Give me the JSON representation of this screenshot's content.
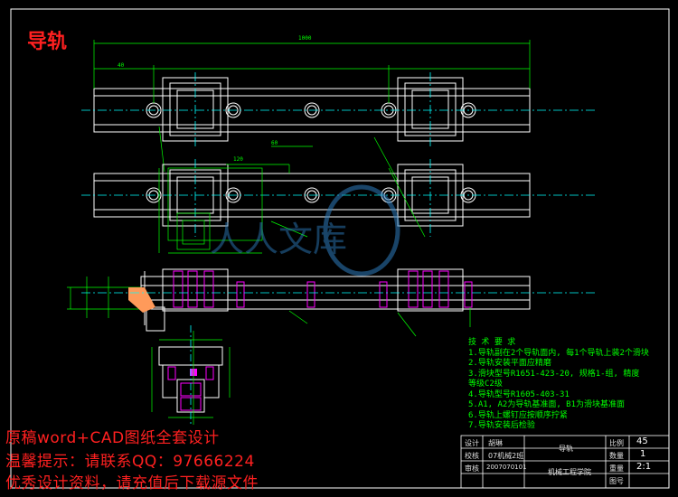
{
  "drawing": {
    "title": "导轨",
    "background": "#000000",
    "line_colors": {
      "outline": "#ffffff",
      "center_lines": "#00ffff",
      "dimensions": "#00ff00",
      "section": "#ff00ff",
      "frame": "#ffffff"
    }
  },
  "promo": {
    "line1": "原稿word+CAD图纸全套设计",
    "line2": "温馨提示：请联系QQ：97666224",
    "line3": "优秀设计资料，请充值后下载源文件"
  },
  "notes": {
    "lines": [
      "技 术 要 求",
      "1.导轨副在2个导轨面内, 每1个导轨上装2个滑块",
      "2.导轨安装平面应精磨",
      "3.滑块型号R1651-423-20, 规格1-组, 精度",
      "  等级C2级",
      "4.导轨型号R1605-403-31",
      "5.A1, A2为导轨基准面, B1为滑块基准面",
      "6.导轨上螺钉应按顺序拧紧",
      "7.导轨安装后检验"
    ]
  },
  "title_block": {
    "designer_label": "设计",
    "checker_label": "校核",
    "approver_label": "审核",
    "designer_value": "胡琳",
    "class_value": "07机械2班",
    "student_id": "2007070101",
    "part_name": "导轨",
    "school": "机械工程学院",
    "scale_label": "比例",
    "qty_label": "数量",
    "weight_label": "重量",
    "drawing_no_label": "图号",
    "scale_value": "2:1",
    "qty_value": "1",
    "sheet_value": "45"
  }
}
